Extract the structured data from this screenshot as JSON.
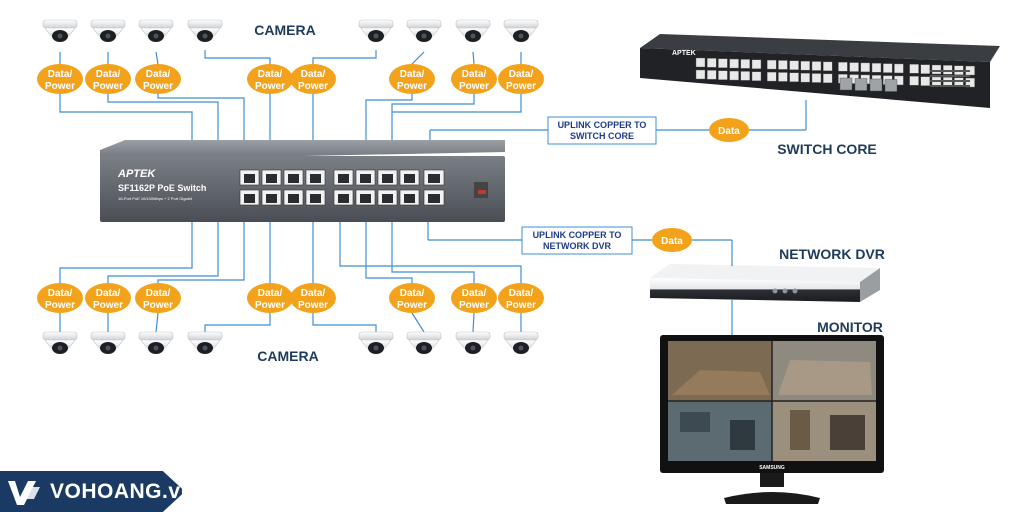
{
  "labels": {
    "camera_top": "CAMERA",
    "camera_bottom": "CAMERA",
    "switch_core": "SWITCH CORE",
    "network_dvr": "NETWORK DVR",
    "monitor": "MONITOR"
  },
  "poe_label": "Data/\nPower",
  "data_label": "Data",
  "uplink_core": [
    "UPLINK COPPER TO",
    "SWITCH CORE"
  ],
  "uplink_dvr": [
    "UPLINK COPPER TO",
    "NETWORK DVR"
  ],
  "switch": {
    "brand": "APTEK",
    "model": "SF1162P PoE Switch",
    "subtitle": "16-Port PoE 10/100Mbps + 2 Port Gigabit"
  },
  "monitor_brand": "SAMSUNG",
  "watermark": "VOHOANG.vn",
  "colors": {
    "poe_oval": "#f3a21b",
    "link": "#3f8fd0",
    "label": "#1f3b5a",
    "box_border": "#3f8fd0"
  }
}
